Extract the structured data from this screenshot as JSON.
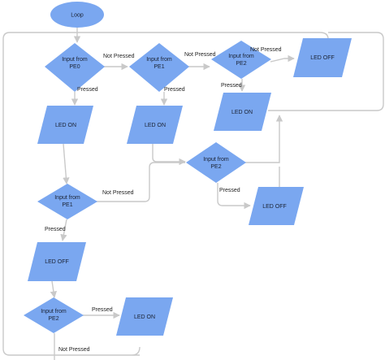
{
  "nodes": {
    "loop": {
      "label": "Loop"
    },
    "dec_pe0": {
      "line1": "Input from",
      "line2": "PE0"
    },
    "dec_pe1_top": {
      "line1": "Input from",
      "line2": "PE1"
    },
    "dec_pe2_top": {
      "line1": "Input from",
      "line2": "PE2"
    },
    "led_off_top": {
      "label": "LED OFF"
    },
    "led_on_left": {
      "label": "LED ON"
    },
    "led_on_mid": {
      "label": "LED ON"
    },
    "led_on_right": {
      "label": "LED ON"
    },
    "dec_pe2_mid": {
      "line1": "Input from",
      "line2": "PE2"
    },
    "led_off_mid": {
      "label": "LED OFF"
    },
    "dec_pe1_left": {
      "line1": "Input from",
      "line2": "PE1"
    },
    "led_off_left": {
      "label": "LED OFF"
    },
    "dec_pe2_bottom": {
      "line1": "Input from",
      "line2": "PE2"
    },
    "led_on_bottom": {
      "label": "LED ON"
    }
  },
  "edge_labels": {
    "pe0_not_pressed": "Not Pressed",
    "pe1_top_not_pressed": "Not Pressed",
    "pe2_top_not_pressed": "Not Pressed",
    "pe0_pressed": "Pressed",
    "pe1_top_pressed": "Pressed",
    "pe2_top_pressed": "Pressed",
    "pe1_left_not_pressed": "Not Pressed",
    "pe2_mid_pressed": "Pressed",
    "pe1_left_pressed": "Pressed",
    "pe2_bottom_pressed": "Pressed",
    "pe2_bottom_not_pressed": "Not Pressed"
  },
  "colors": {
    "shape_fill": "#7aa7f0",
    "connector": "#c9c9c9"
  }
}
